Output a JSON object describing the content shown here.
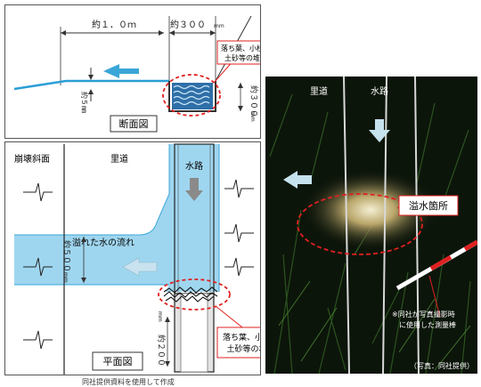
{
  "section_view": {
    "dim_width": "約１．０ｍ",
    "dim_ditch": "約３００",
    "unit_mm": "mm",
    "dim_depth": "約３００",
    "dim_slope": "約５㎜",
    "callout": [
      "落ち葉、小枝及び",
      "土砂等の堆積物"
    ],
    "label": "断面図"
  },
  "plan_view": {
    "slope_label": "崩壊斜面",
    "road_label": "里道",
    "channel_label": "水路",
    "flow_label": "溢れた水の流れ",
    "dim_flow_width": "約５００",
    "dim_flow_unit": "mm",
    "dim_bottom": "約２００",
    "dim_bottom_unit": "mm",
    "callout": [
      "落ち葉、小枝及び",
      "土砂等の堆積物"
    ],
    "label": "平面図"
  },
  "photo": {
    "road_label": "里道",
    "channel_label": "水路",
    "overflow_label": "溢水箇所",
    "note": [
      "※同社が写真撮影時",
      "に使用した測量棒"
    ],
    "credit": "（写真：同社提供）"
  },
  "source_note": "同社提供資料を使用して作成",
  "colors": {
    "water": "#9fd6ef",
    "water_edge": "#3aa6d8",
    "arrow": "#b9dcea",
    "callout_red": "#e02020"
  }
}
